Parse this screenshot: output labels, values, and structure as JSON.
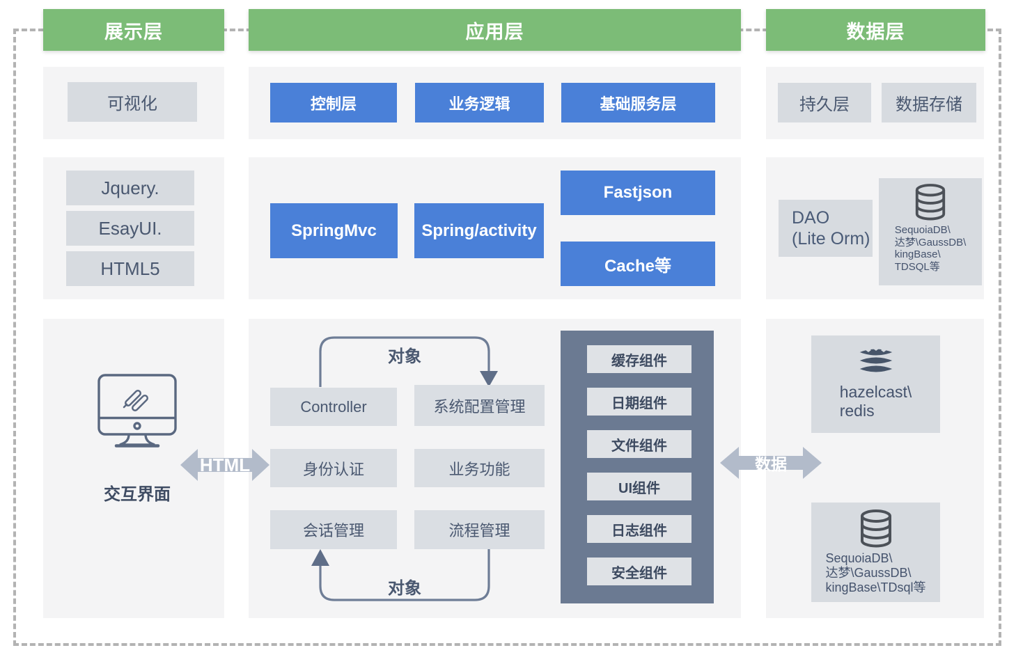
{
  "colors": {
    "header_green": "#7cbc77",
    "button_blue": "#4a80d8",
    "panel_gray": "#f4f4f5",
    "box_gray": "#d7dbe0",
    "dark_panel": "#6b7a92",
    "arrow_gray": "#b2bbca",
    "flow_line": "#6e7d96",
    "text_dark": "#4a5870"
  },
  "headers": {
    "presentation": "展示层",
    "application": "应用层",
    "data": "数据层"
  },
  "presentation": {
    "visualization": "可视化",
    "frameworks": [
      "Jquery.",
      "EsayUI.",
      "HTML5"
    ],
    "interface_label": "交互界面"
  },
  "application": {
    "tiers": [
      "控制层",
      "业务逻辑",
      "基础服务层"
    ],
    "frameworks": [
      "SpringMvc",
      "Spring/activity",
      "Fastjson",
      "Cache等"
    ],
    "flow": {
      "controller": "Controller",
      "system_config": "系统配置管理",
      "identity": "身份认证",
      "business": "业务功能",
      "session": "会话管理",
      "process": "流程管理",
      "object_top": "对象",
      "object_bottom": "对象"
    },
    "components": [
      "缓存组件",
      "日期组件",
      "文件组件",
      "UI组件",
      "日志组件",
      "安全组件"
    ]
  },
  "data_layer": {
    "persistence": "持久层",
    "storage": "数据存储",
    "dao_line1": "DAO",
    "dao_line2": "(Lite Orm)",
    "databases_top": [
      "SequoiaDB\\",
      "达梦\\GaussDB\\",
      "kingBase\\",
      "TDSQL等"
    ],
    "cache_lines": [
      "hazelcast\\",
      "redis"
    ],
    "databases_bottom": [
      "SequoiaDB\\",
      "达梦\\GaussDB\\",
      "kingBase\\TDsql等"
    ]
  },
  "connectors": {
    "html": "HTML",
    "data": "数据"
  }
}
